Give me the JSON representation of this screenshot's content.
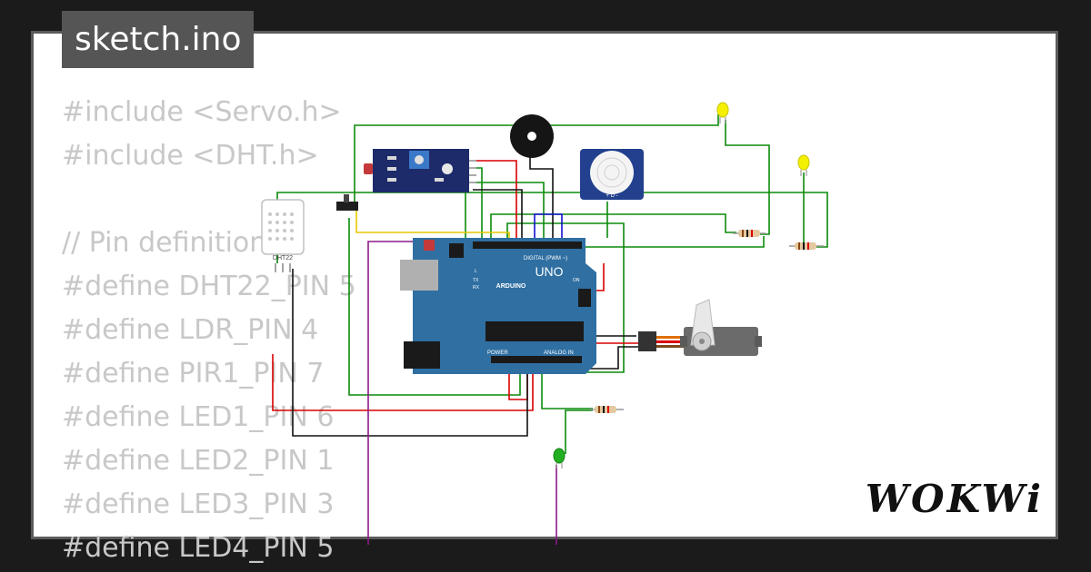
{
  "title": "sketch.ino",
  "code_lines": [
    "#include <Servo.h>",
    "#include <DHT.h>",
    "",
    "// Pin definitions",
    "#define DHT22_PIN 5",
    "#define LDR_PIN 4",
    "#define PIR1_PIN 7",
    "#define LED1_PIN 6",
    "#define LED2_PIN 1",
    "#define LED3_PIN 3",
    "#define LED4_PIN 5"
  ],
  "board": {
    "brand": "ARDUINO",
    "model": "UNO",
    "digital_label": "DIGITAL (PWM ~)",
    "power_label": "POWER",
    "analog_label": "ANALOG IN",
    "on_label": "ON",
    "tx_label": "TX",
    "rx_label": "RX",
    "l_label": "L"
  },
  "dht_label": "DHT22",
  "logo": "WOKWi",
  "colors": {
    "background": "#1b1b1b",
    "board": "#2f6fa2",
    "wire_green": "#0b8a0b",
    "wire_red": "#d80000",
    "wire_black": "#111111",
    "wire_purple": "#8a1a8a",
    "wire_yellow": "#e6c800",
    "wire_blue": "#1010d0",
    "led_yellow": "#f4f000",
    "led_green": "#22b022"
  }
}
